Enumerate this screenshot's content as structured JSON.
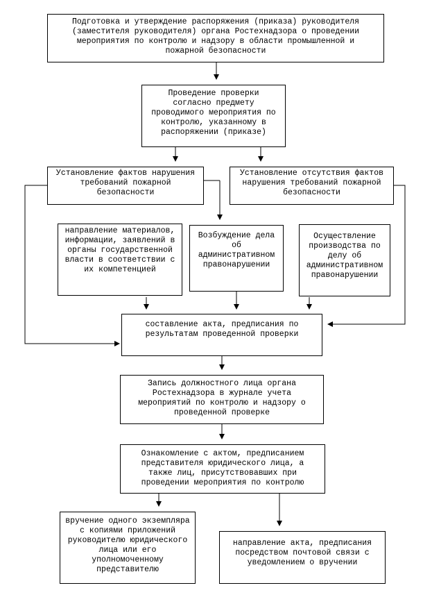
{
  "boxes": {
    "order": "Подготовка и утверждение распоряжения (приказа) руководителя\n(заместителя руководителя) органа Ростехнадзора о проведении\nмероприятия по контролю и надзору в области промышленной и\nпожарной безопасности",
    "inspection": "Проведение проверки\nсогласно предмету\nпроводимого мероприятия по\nконтролю, указанному в\nраспоряжении (приказе)",
    "violations_found": "Установление фактов нарушения\nтребований пожарной\nбезопасности",
    "no_violations": "Установление отсутствия фактов\nнарушения требований пожарной\nбезопасности",
    "send_materials": "направление материалов,\nинформации, заявлений в\nорганы государственной\nвласти в соответствии с\nих компетенцией",
    "initiate_case": "Возбуждение дела\nоб\nадминистративном\nправонарушении",
    "proceedings": "Осуществление\nпроизводства по\nделу об\nадминистративном\nправонарушении",
    "act": "составление акта, предписания по\nрезультатам проведенной проверки",
    "journal": "Запись должностного лица органа\nРостехнадзора в журнале учета\nмероприятий по контролю и надзору о\nпроведенной проверке",
    "familiarization": "Ознакомление с актом, предписанием\nпредставителя юридического лица, а\nтакже лиц, присутствовавших при\nпроведении мероприятия по контролю",
    "delivery": "вручение одного экземпляра\nс копиями приложений\nруководителю юридического\nлица или его\nуполномоченному\nпредставителю",
    "mailing": "направление акта, предписания\nпосредством почтовой связи с\nуведомлением о вручении"
  }
}
